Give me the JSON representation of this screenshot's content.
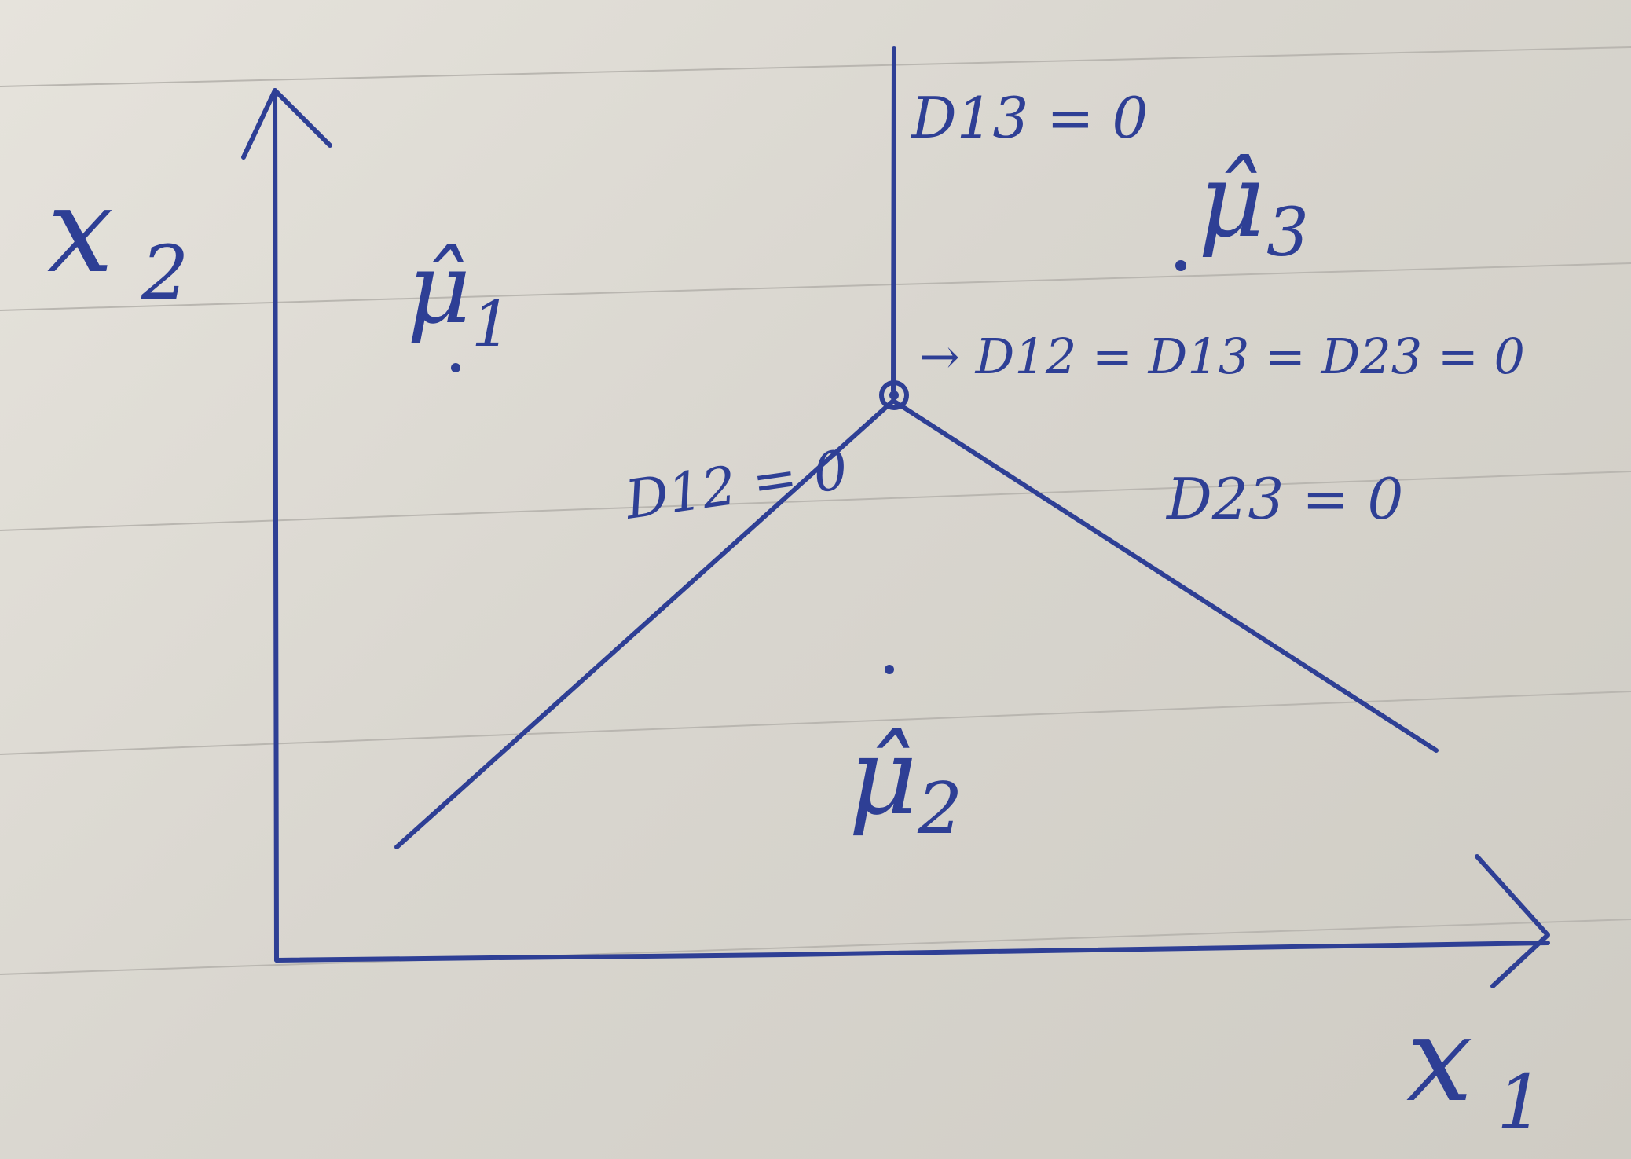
{
  "axes": {
    "x_label": "x",
    "x_sub": "1",
    "y_label": "x",
    "y_sub": "2"
  },
  "means": [
    {
      "label": "μ̂",
      "sub": "1"
    },
    {
      "label": "μ̂",
      "sub": "2"
    },
    {
      "label": "μ̂",
      "sub": "3"
    }
  ],
  "boundaries": {
    "b12": "D12 = 0",
    "b13": "D13 = 0",
    "b23": "D23 = 0",
    "junction": "→ D12 = D13 = D23 = 0"
  },
  "colors": {
    "ink": "#2e3f95",
    "paper": "#dedbd4",
    "rule": "#b9b6b0"
  }
}
